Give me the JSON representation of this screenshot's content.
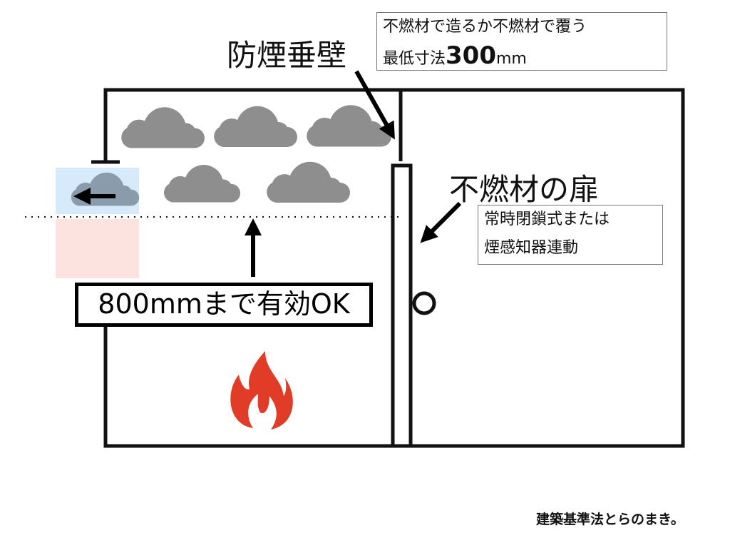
{
  "labels": {
    "smoke_curtain": "防煙垂壁",
    "curtain_note_line1": "不燃材で造るか不燃材で覆う",
    "curtain_note_line2_prefix": "最低寸法",
    "curtain_note_min_size": "300",
    "curtain_note_unit": "mm",
    "door": "不燃材の扉",
    "door_note_line1": "常時閉鎖式または",
    "door_note_line2": "煙感知器連動",
    "effective_height": "800mmまで有効OK",
    "footer": "建築基準法とらのまき。"
  },
  "colors": {
    "cloud": "#8e8e8e",
    "fire": "#e03c28",
    "smoke_zone": "#d6eafb",
    "clear_zone": "#fce3df",
    "vent_cloud": "#8a9cab"
  }
}
